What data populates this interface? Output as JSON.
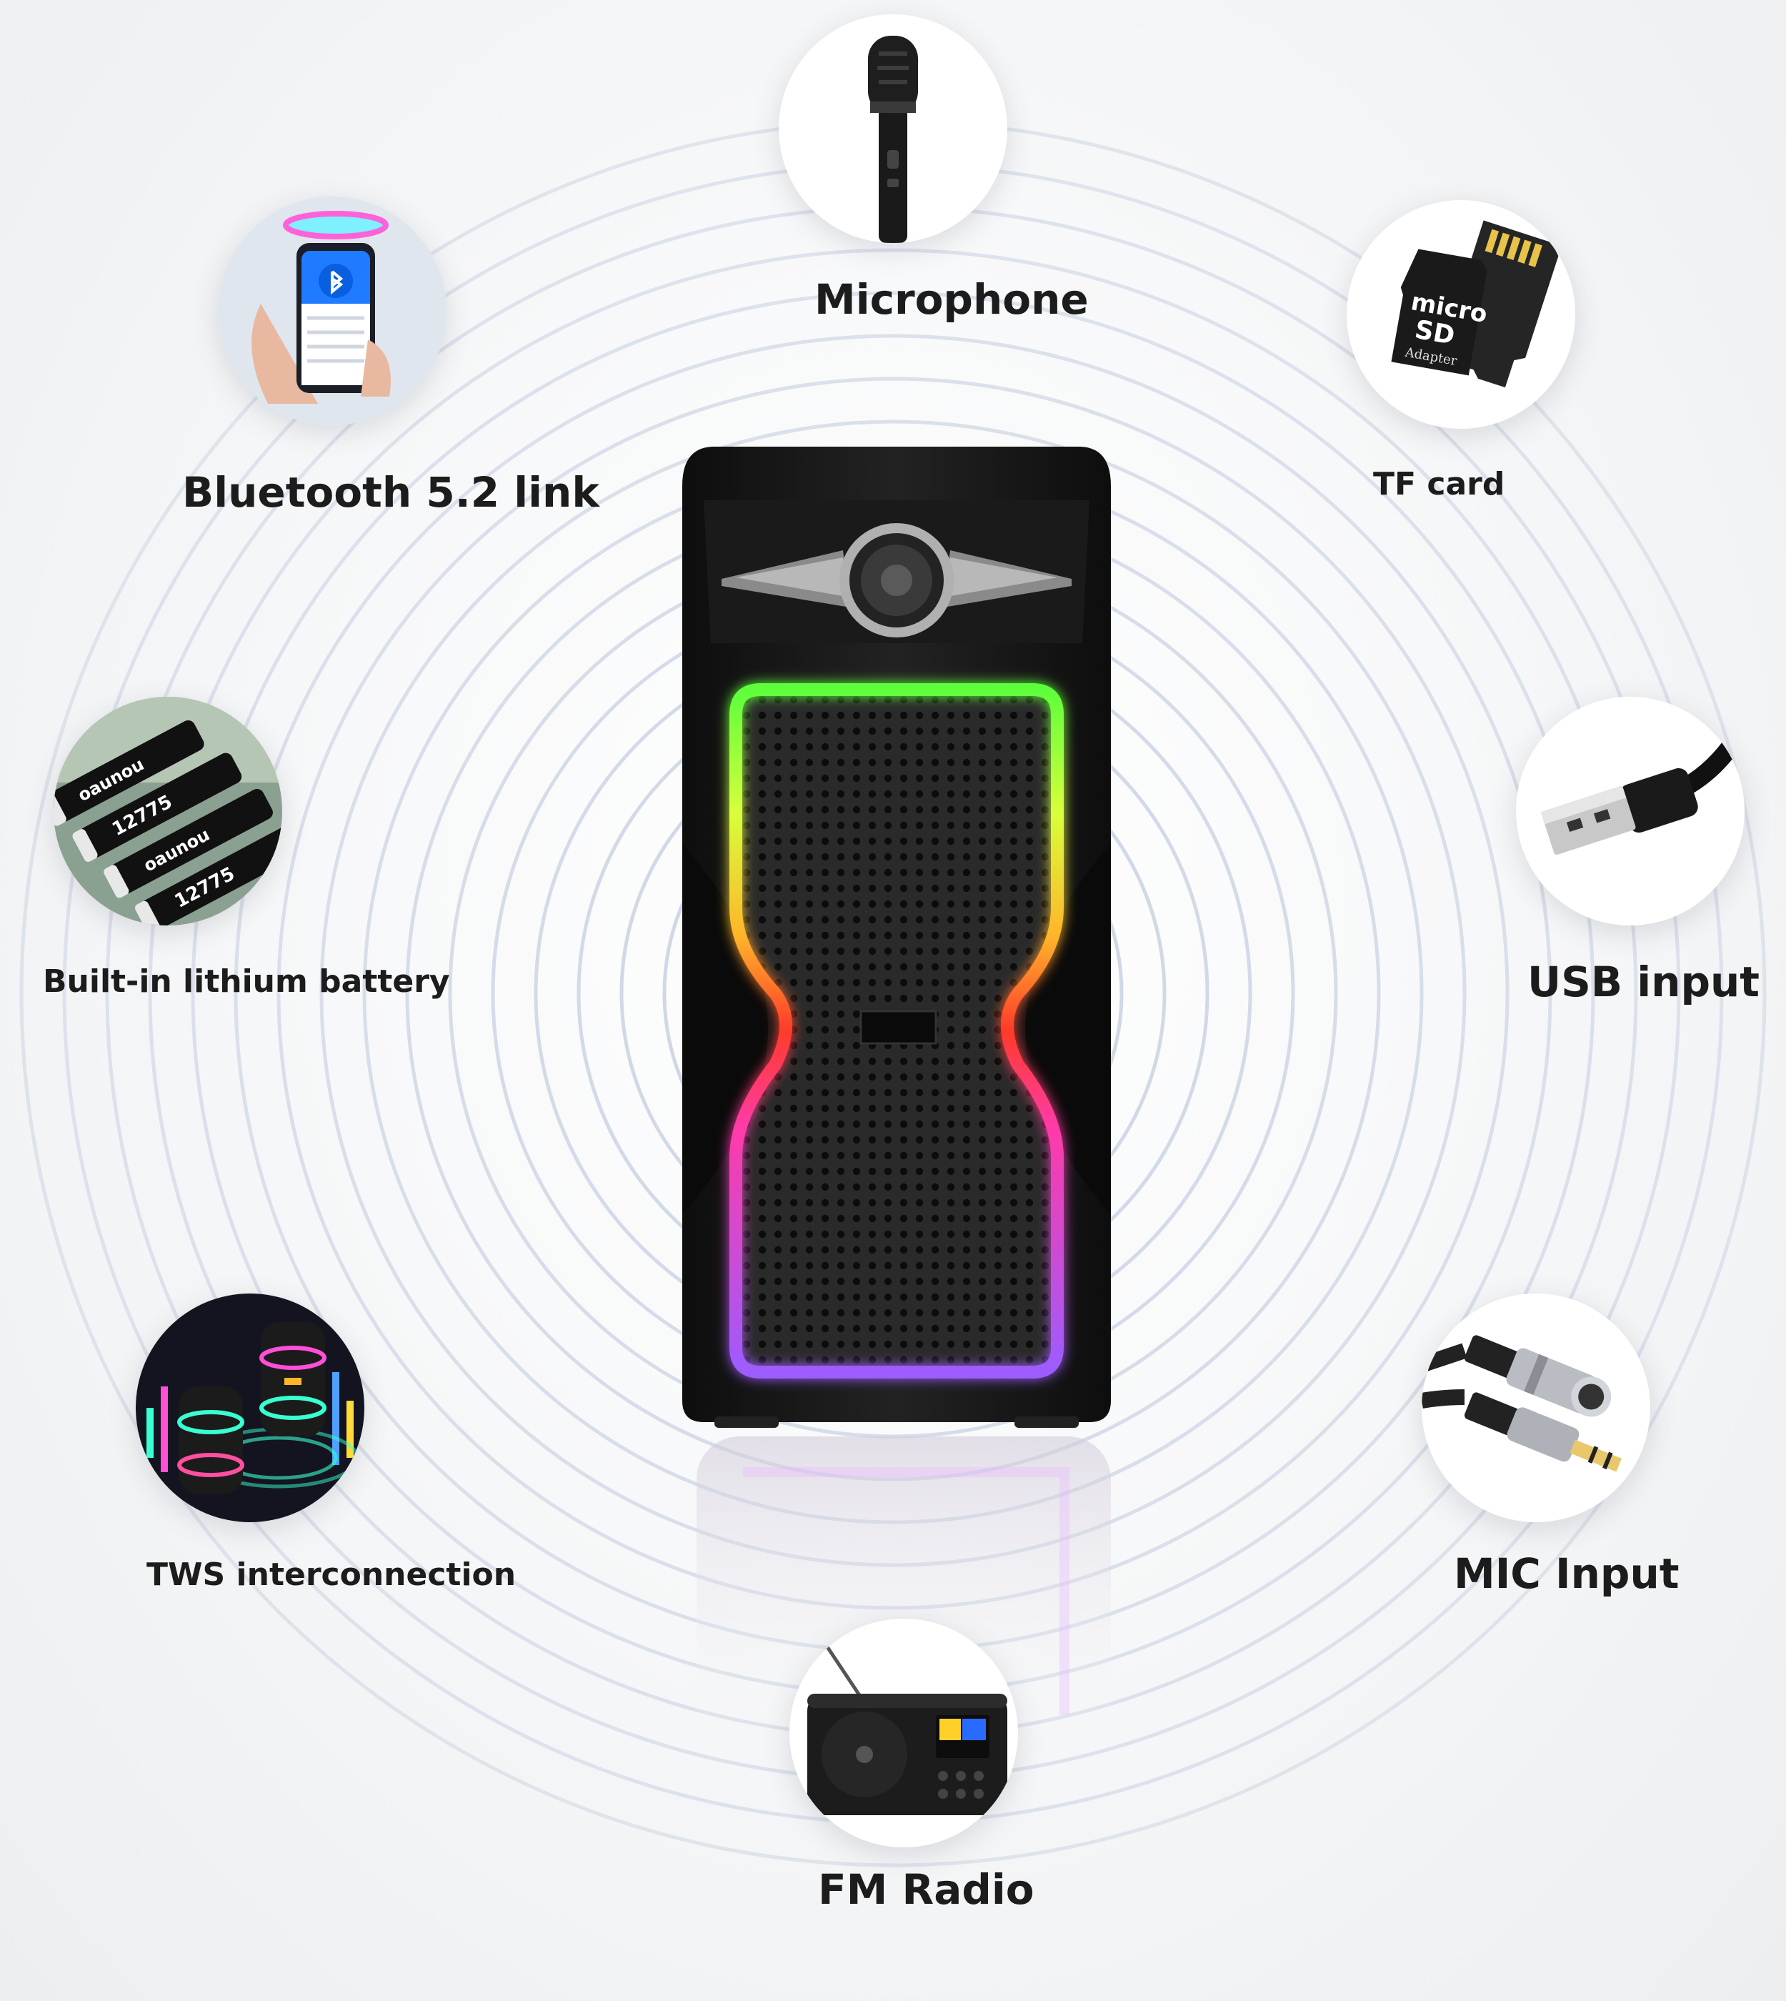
{
  "features": [
    {
      "id": "microphone",
      "label": "Microphone",
      "icon": "microphone-icon"
    },
    {
      "id": "bluetooth",
      "label": "Bluetooth 5.2 link",
      "icon": "phone-bluetooth-icon"
    },
    {
      "id": "tf-card",
      "label": "TF card",
      "icon": "micro-sd-card-icon"
    },
    {
      "id": "battery",
      "label": "Built-in lithium battery",
      "icon": "battery-icon"
    },
    {
      "id": "usb",
      "label": "USB input",
      "icon": "usb-plug-icon"
    },
    {
      "id": "tws",
      "label": "TWS interconnection",
      "icon": "tws-speakers-icon"
    },
    {
      "id": "mic-input",
      "label": "MIC Input",
      "icon": "xlr-cable-icon"
    },
    {
      "id": "fm-radio",
      "label": "FM Radio",
      "icon": "radio-icon"
    }
  ],
  "battery_print": {
    "brand": "oaunou",
    "capacity": "12775"
  },
  "sd_print": {
    "line1": "micro",
    "line2": "SD",
    "line3": "Adapter"
  },
  "colors": {
    "ring": "#bcc8dc",
    "speaker_body": "#151515",
    "led_top": "#5dff3a",
    "led_mid": "#ff3a2a",
    "led_bottom": "#b056ff"
  }
}
